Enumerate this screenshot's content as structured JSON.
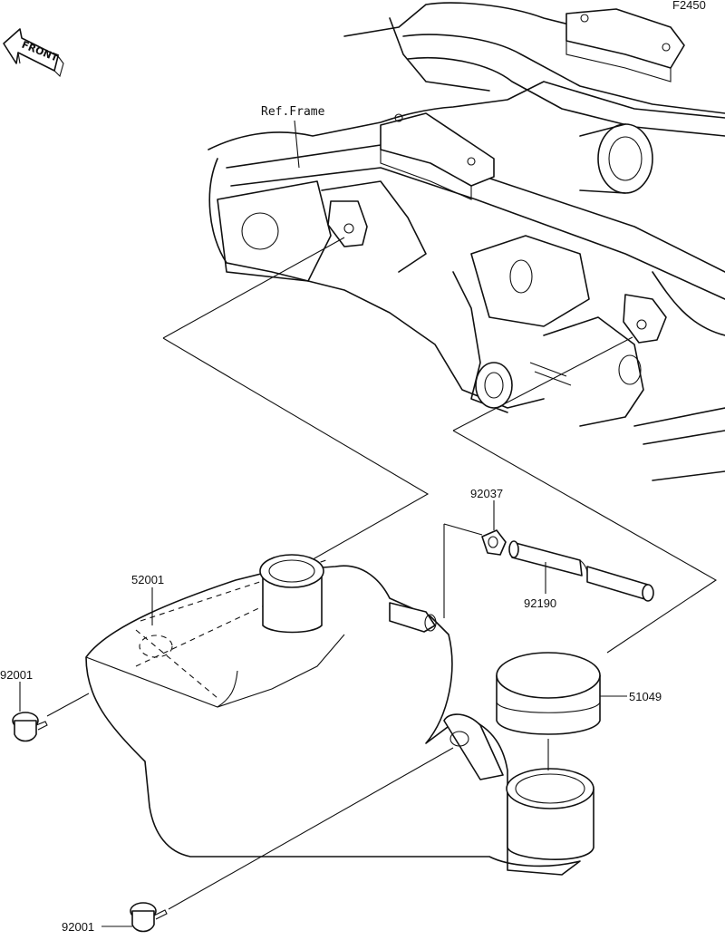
{
  "figure_code": "F2450",
  "front_label": "FRONT",
  "ref_label": "Ref.Frame",
  "parts": {
    "p92037": "92037",
    "p52001": "52001",
    "p92190": "92190",
    "p51049": "51049",
    "p92001_upper": "92001",
    "p92001_lower": "92001"
  }
}
